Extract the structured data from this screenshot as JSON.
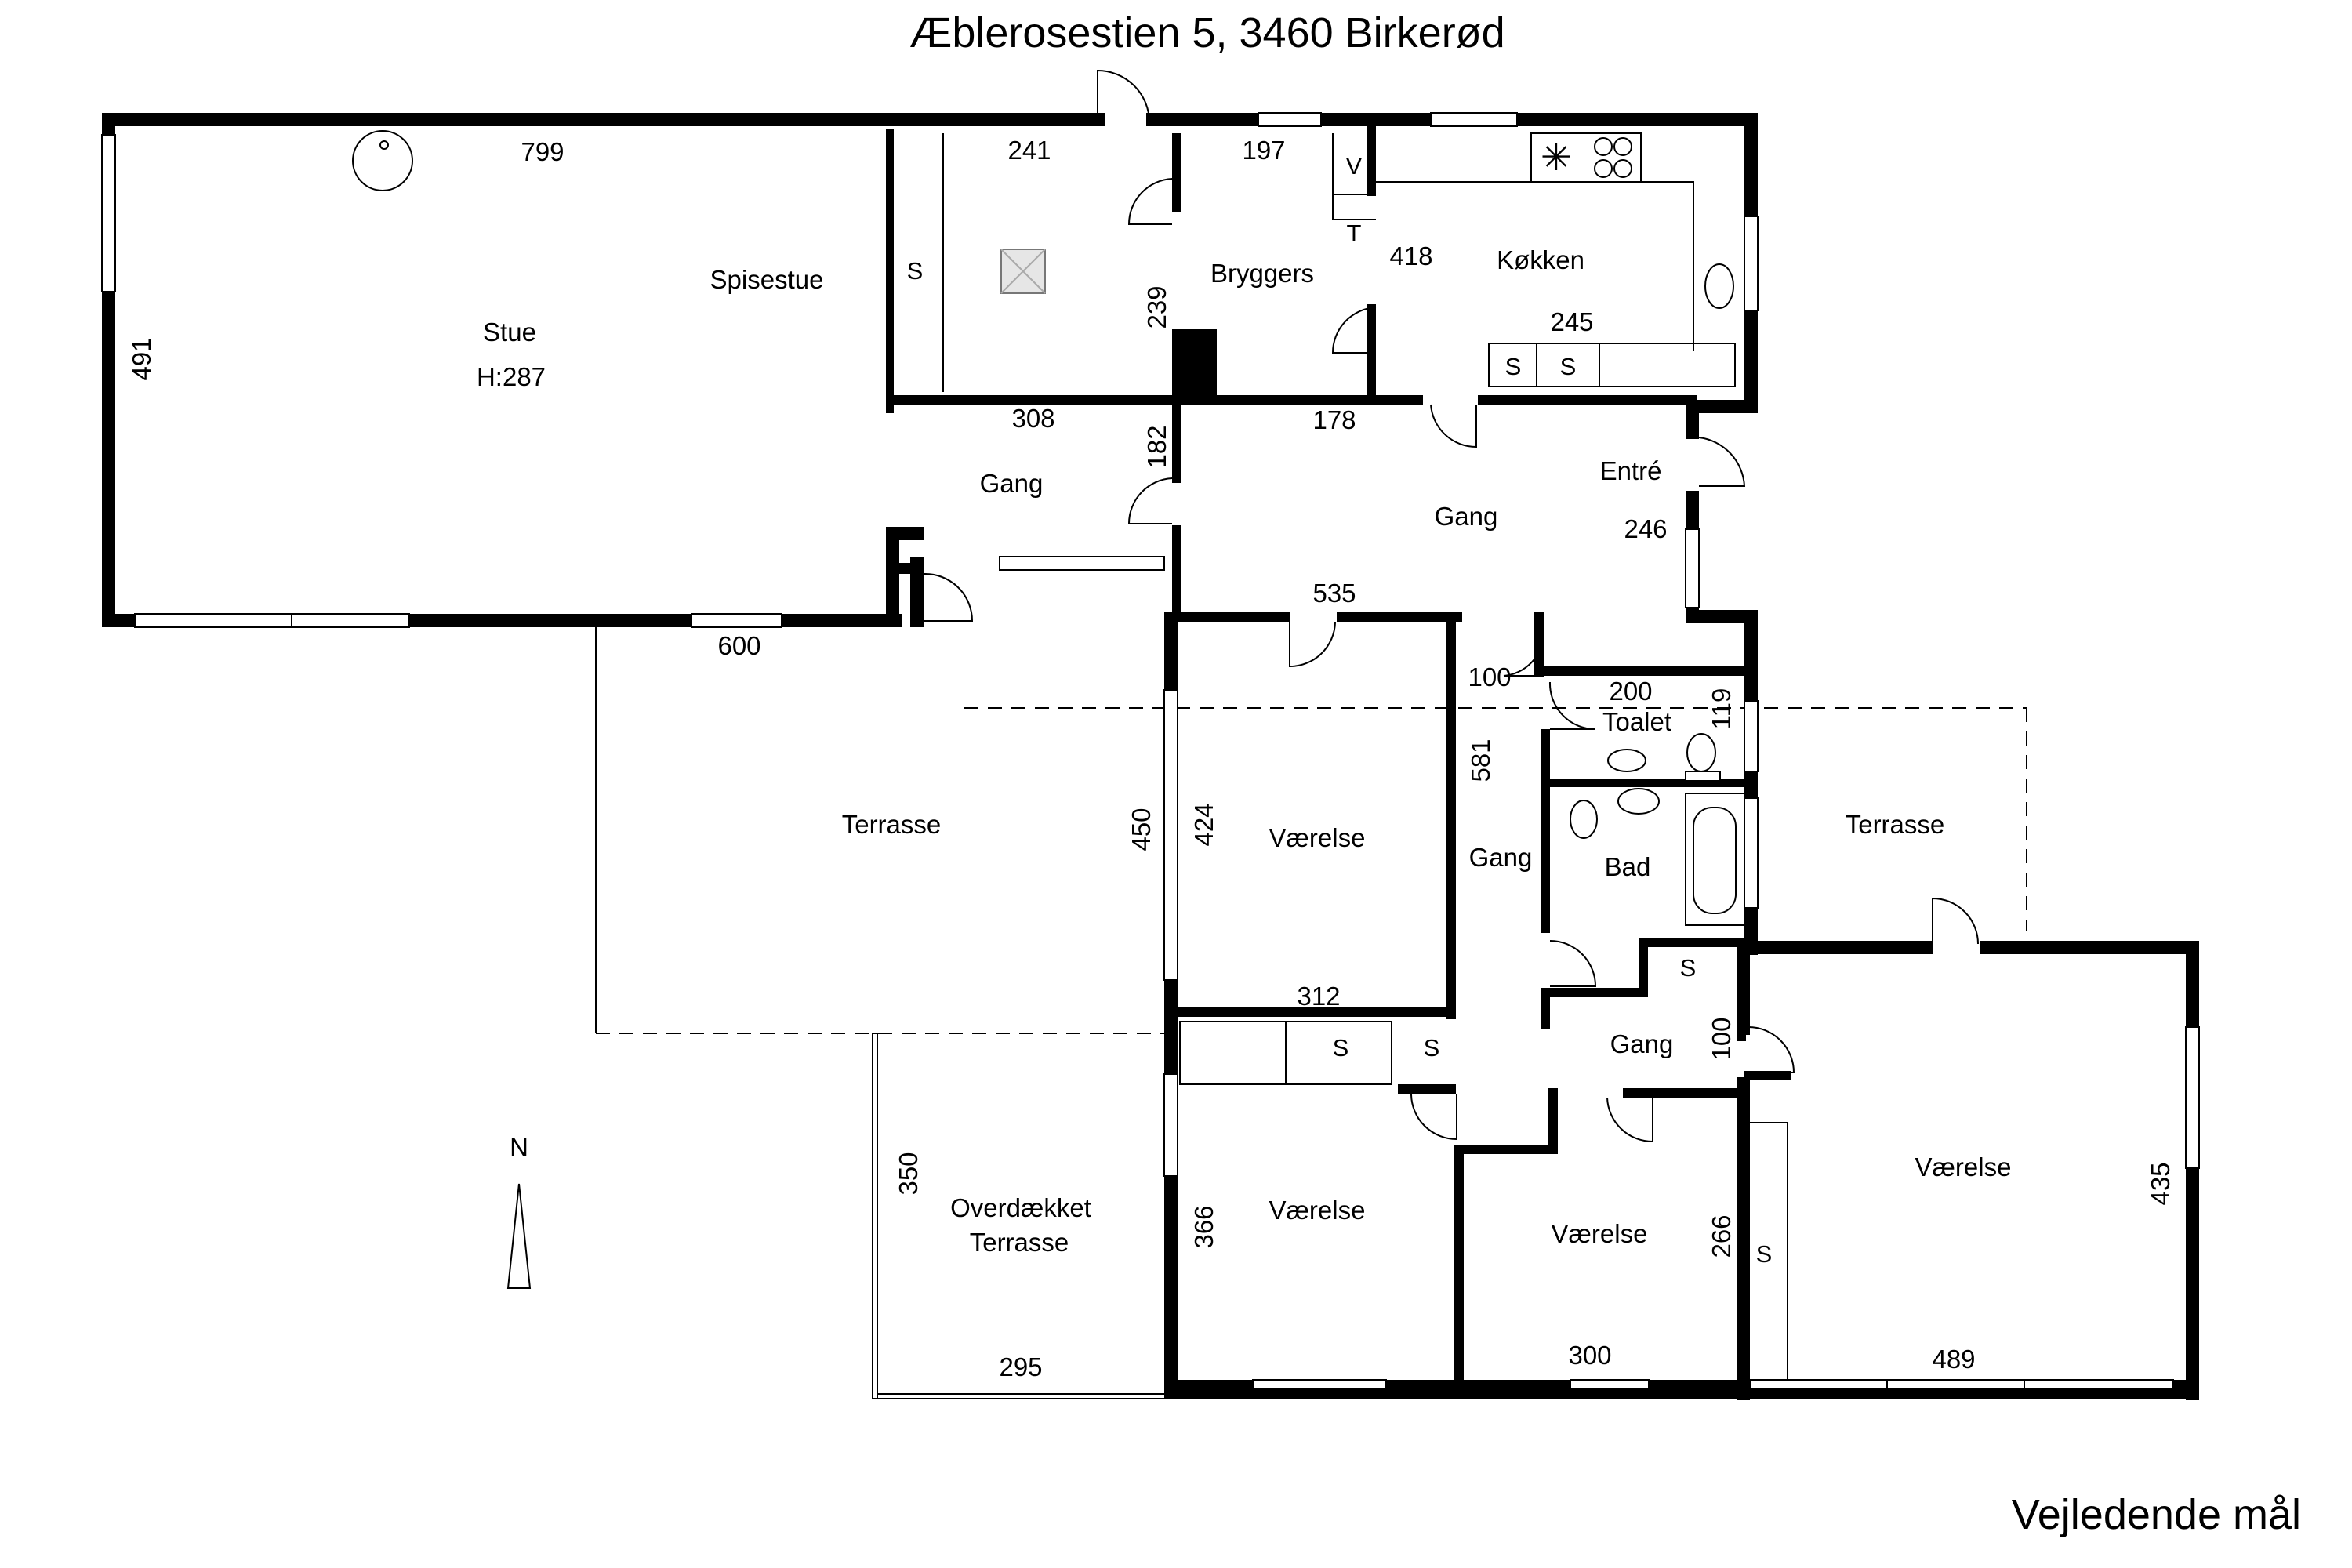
{
  "title": "Æblerosestien 5, 3460 Birkerød",
  "note": "Vejledende mål",
  "compass": "N",
  "rooms": {
    "stue": "Stue",
    "stue_height": "H:287",
    "spisestue": "Spisestue",
    "bryggers": "Bryggers",
    "kokken": "Køkken",
    "gang1": "Gang",
    "gang2": "Gang",
    "entre": "Entré",
    "toalet": "Toalet",
    "bad": "Bad",
    "terrasse1": "Terrasse",
    "terrasse2": "Terrasse",
    "overdaekket": [
      "Overdækket",
      "Terrasse"
    ],
    "vaerelse1": "Værelse",
    "gang3": "Gang",
    "gang4": "Gang",
    "vaerelse2": "Værelse",
    "vaerelse3": "Værelse",
    "vaerelse4": "Værelse"
  },
  "dims": {
    "d799": "799",
    "d491": "491",
    "d600": "600",
    "d241": "241",
    "d239": "239",
    "d308": "308",
    "d182": "182",
    "d197": "197",
    "d418": "418",
    "d245": "245",
    "d178": "178",
    "d246": "246",
    "d535": "535",
    "d100a": "100",
    "d200": "200",
    "d119": "119",
    "d581": "581",
    "d450": "450",
    "d424": "424",
    "d312": "312",
    "d100b": "100",
    "d350": "350",
    "d366": "366",
    "d295": "295",
    "d266": "266",
    "d300": "300",
    "d435": "435",
    "d489": "489"
  },
  "fixtures": {
    "closet": "S",
    "fridge": "V",
    "freezer": "T"
  }
}
